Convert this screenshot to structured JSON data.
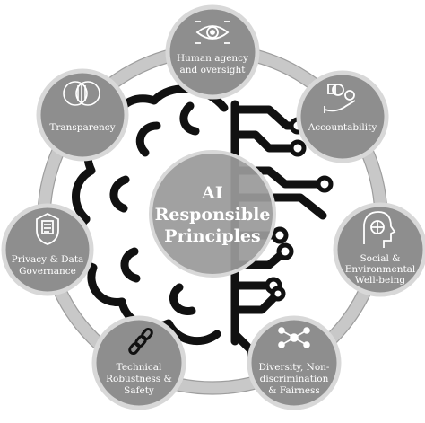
{
  "center": {
    "lines": [
      "AI",
      "Responsible",
      "Principles"
    ]
  },
  "principles": [
    {
      "lines": [
        "Human agency",
        "and oversight"
      ],
      "icon": "eye-icon"
    },
    {
      "lines": [
        "Accountability"
      ],
      "icon": "hand-gears-icon"
    },
    {
      "lines": [
        "Social &",
        "Environmental",
        "Well-being"
      ],
      "icon": "head-globe-icon"
    },
    {
      "lines": [
        "Diversity, Non-",
        "discrimination",
        "& Fairness"
      ],
      "icon": "people-network-icon"
    },
    {
      "lines": [
        "Technical",
        "Robustness &",
        "Safety"
      ],
      "icon": "chain-icon"
    },
    {
      "lines": [
        "Privacy & Data",
        "Governance"
      ],
      "icon": "shield-document-icon"
    },
    {
      "lines": [
        "Transparency"
      ],
      "icon": "venn-icon"
    }
  ],
  "colors": {
    "ring": "#c8c8c8",
    "node_fill": "#8e8e8e",
    "node_stroke": "#d8d8d8",
    "center_fill": "#9a9a9a",
    "brain_stroke": "#111111",
    "label_text": "#ffffff"
  }
}
